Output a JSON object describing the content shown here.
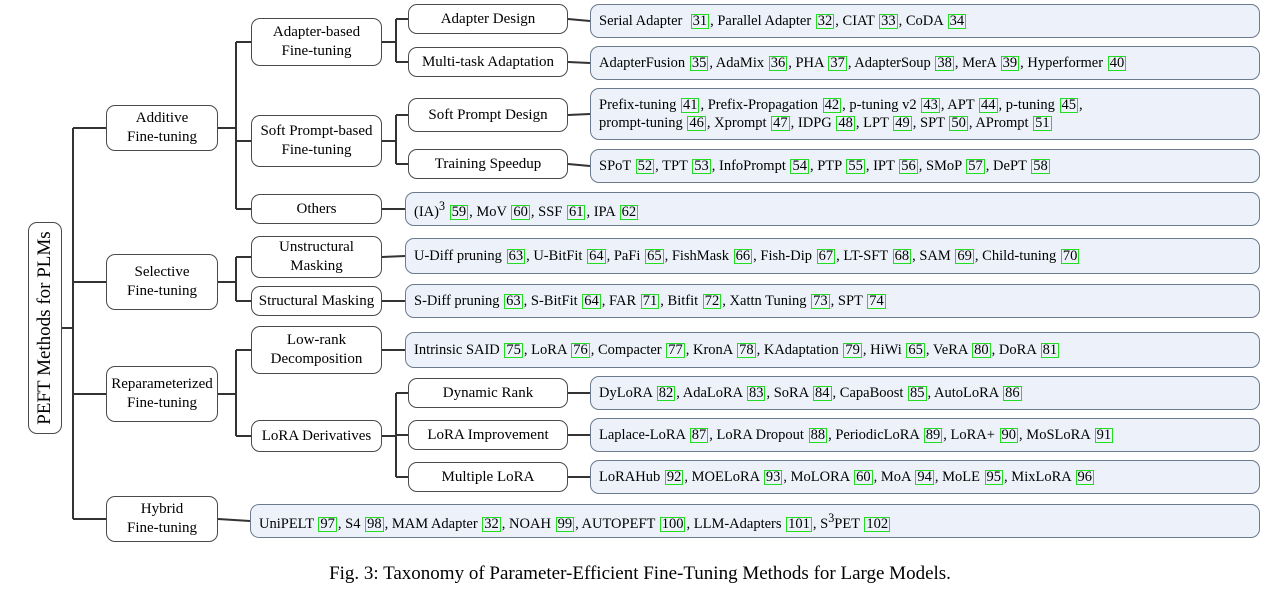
{
  "root": {
    "label": "PEFT Methods for PLMs"
  },
  "l1": {
    "additive": "Additive\nFine-tuning",
    "selective": "Selective\nFine-tuning",
    "reparameterized": "Reparameterized\nFine-tuning",
    "hybrid": "Hybrid\nFine-tuning"
  },
  "l2": {
    "adapter": "Adapter-based\nFine-tuning",
    "softprompt": "Soft Prompt-based\nFine-tuning",
    "others": "Others",
    "unstructural": "Unstructural\nMasking",
    "structural": "Structural Masking",
    "lowrank": "Low-rank\nDecomposition",
    "loraderiv": "LoRA Derivatives"
  },
  "l3": {
    "adapter_design": "Adapter Design",
    "multitask": "Multi-task Adaptation",
    "softprompt_design": "Soft Prompt Design",
    "training_speedup": "Training Speedup",
    "dynamic_rank": "Dynamic Rank",
    "lora_improvement": "LoRA Improvement",
    "multiple_lora": "Multiple LoRA"
  },
  "leaves": {
    "adapter_design": {
      "lines": [
        [
          {
            "t": "Serial Adapter  "
          },
          {
            "r": "31"
          },
          {
            "t": ", Parallel Adapter "
          },
          {
            "r": "32"
          },
          {
            "t": ", CIAT "
          },
          {
            "r": "33"
          },
          {
            "t": ", CoDA "
          },
          {
            "r": "34"
          }
        ]
      ]
    },
    "multitask": {
      "lines": [
        [
          {
            "t": "AdapterFusion "
          },
          {
            "r": "35"
          },
          {
            "t": ", AdaMix "
          },
          {
            "r": "36"
          },
          {
            "t": ", PHA "
          },
          {
            "r": "37"
          },
          {
            "t": ", AdapterSoup "
          },
          {
            "r": "38"
          },
          {
            "t": ", MerA "
          },
          {
            "r": "39"
          },
          {
            "t": ", Hyperformer "
          },
          {
            "r": "40"
          }
        ]
      ]
    },
    "softprompt_design": {
      "lines": [
        [
          {
            "t": "Prefix-tuning "
          },
          {
            "r": "41"
          },
          {
            "t": ", Prefix-Propagation "
          },
          {
            "r": "42"
          },
          {
            "t": ", p-tuning v2 "
          },
          {
            "r": "43"
          },
          {
            "t": ", APT "
          },
          {
            "r": "44"
          },
          {
            "t": ", p-tuning "
          },
          {
            "r": "45"
          },
          {
            "t": ","
          }
        ],
        [
          {
            "t": "prompt-tuning "
          },
          {
            "r": "46"
          },
          {
            "t": ", Xprompt "
          },
          {
            "r": "47"
          },
          {
            "t": ", IDPG "
          },
          {
            "r": "48"
          },
          {
            "t": ", LPT "
          },
          {
            "r": "49"
          },
          {
            "t": ", SPT "
          },
          {
            "r": "50"
          },
          {
            "t": ", APrompt "
          },
          {
            "r": "51"
          }
        ]
      ]
    },
    "training_speedup": {
      "lines": [
        [
          {
            "t": "SPoT "
          },
          {
            "r": "52"
          },
          {
            "t": ", TPT "
          },
          {
            "r": "53"
          },
          {
            "t": ", InfoPrompt "
          },
          {
            "r": "54"
          },
          {
            "t": ", PTP "
          },
          {
            "r": "55"
          },
          {
            "t": ", IPT "
          },
          {
            "r": "56"
          },
          {
            "t": ", SMoP "
          },
          {
            "r": "57"
          },
          {
            "t": ", DePT "
          },
          {
            "r": "58"
          }
        ]
      ]
    },
    "others": {
      "lines": [
        [
          {
            "t": "(IA)"
          },
          {
            "s": "3"
          },
          {
            "t": " "
          },
          {
            "r": "59"
          },
          {
            "t": ", MoV "
          },
          {
            "r": "60"
          },
          {
            "t": ", SSF "
          },
          {
            "r": "61"
          },
          {
            "t": ", IPA "
          },
          {
            "r": "62"
          }
        ]
      ]
    },
    "unstructural": {
      "lines": [
        [
          {
            "t": "U-Diff pruning "
          },
          {
            "r": "63"
          },
          {
            "t": ", U-BitFit "
          },
          {
            "r": "64"
          },
          {
            "t": ", PaFi "
          },
          {
            "r": "65"
          },
          {
            "t": ", FishMask "
          },
          {
            "r": "66"
          },
          {
            "t": ", Fish-Dip "
          },
          {
            "r": "67"
          },
          {
            "t": ", LT-SFT "
          },
          {
            "r": "68"
          },
          {
            "t": ", SAM "
          },
          {
            "r": "69"
          },
          {
            "t": ", Child-tuning "
          },
          {
            "r": "70"
          }
        ]
      ]
    },
    "structural": {
      "lines": [
        [
          {
            "t": "S-Diff pruning "
          },
          {
            "r": "63"
          },
          {
            "t": ", S-BitFit "
          },
          {
            "r": "64"
          },
          {
            "t": ", FAR "
          },
          {
            "r": "71"
          },
          {
            "t": ", Bitfit "
          },
          {
            "r": "72"
          },
          {
            "t": ", Xattn Tuning "
          },
          {
            "r": "73"
          },
          {
            "t": ", SPT "
          },
          {
            "r": "74"
          }
        ]
      ]
    },
    "lowrank": {
      "lines": [
        [
          {
            "t": "Intrinsic SAID "
          },
          {
            "r": "75"
          },
          {
            "t": ", LoRA "
          },
          {
            "r": "76"
          },
          {
            "t": ", Compacter "
          },
          {
            "r": "77"
          },
          {
            "t": ", KronA "
          },
          {
            "r": "78"
          },
          {
            "t": ", KAdaptation "
          },
          {
            "r": "79"
          },
          {
            "t": ", HiWi "
          },
          {
            "r": "65"
          },
          {
            "t": ", VeRA "
          },
          {
            "r": "80"
          },
          {
            "t": ", DoRA "
          },
          {
            "r": "81"
          }
        ]
      ]
    },
    "dynamic_rank": {
      "lines": [
        [
          {
            "t": "DyLoRA "
          },
          {
            "r": "82"
          },
          {
            "t": ", AdaLoRA "
          },
          {
            "r": "83"
          },
          {
            "t": ", SoRA "
          },
          {
            "r": "84"
          },
          {
            "t": ", CapaBoost "
          },
          {
            "r": "85"
          },
          {
            "t": ", AutoLoRA "
          },
          {
            "r": "86"
          }
        ]
      ]
    },
    "lora_improvement": {
      "lines": [
        [
          {
            "t": "Laplace-LoRA "
          },
          {
            "r": "87"
          },
          {
            "t": ", LoRA Dropout "
          },
          {
            "r": "88"
          },
          {
            "t": ", PeriodicLoRA "
          },
          {
            "r": "89"
          },
          {
            "t": ", LoRA+ "
          },
          {
            "r": "90"
          },
          {
            "t": ", MoSLoRA "
          },
          {
            "r": "91"
          }
        ]
      ]
    },
    "multiple_lora": {
      "lines": [
        [
          {
            "t": "LoRAHub "
          },
          {
            "r": "92"
          },
          {
            "t": ", MOELoRA "
          },
          {
            "r": "93"
          },
          {
            "t": ", MoLORA "
          },
          {
            "r": "60"
          },
          {
            "t": ", MoA "
          },
          {
            "r": "94"
          },
          {
            "t": ", MoLE "
          },
          {
            "r": "95"
          },
          {
            "t": ", MixLoRA "
          },
          {
            "r": "96"
          }
        ]
      ]
    },
    "hybrid": {
      "lines": [
        [
          {
            "t": "UniPELT "
          },
          {
            "r": "97"
          },
          {
            "t": ", S4 "
          },
          {
            "r": "98"
          },
          {
            "t": ", MAM Adapter "
          },
          {
            "r": "32"
          },
          {
            "t": ", NOAH "
          },
          {
            "r": "99"
          },
          {
            "t": ", AUTOPEFT "
          },
          {
            "r": "100"
          },
          {
            "t": ", LLM-Adapters "
          },
          {
            "r": "101"
          },
          {
            "t": ", S"
          },
          {
            "s": "3"
          },
          {
            "t": "PET "
          },
          {
            "r": "102"
          }
        ]
      ]
    }
  },
  "caption": "Fig. 3: Taxonomy of Parameter-Efficient Fine-Tuning Methods for Large Models.",
  "colors": {
    "leaf_fill": "#edf2fa",
    "ref_border": "#22dd22",
    "line": "#333333"
  }
}
